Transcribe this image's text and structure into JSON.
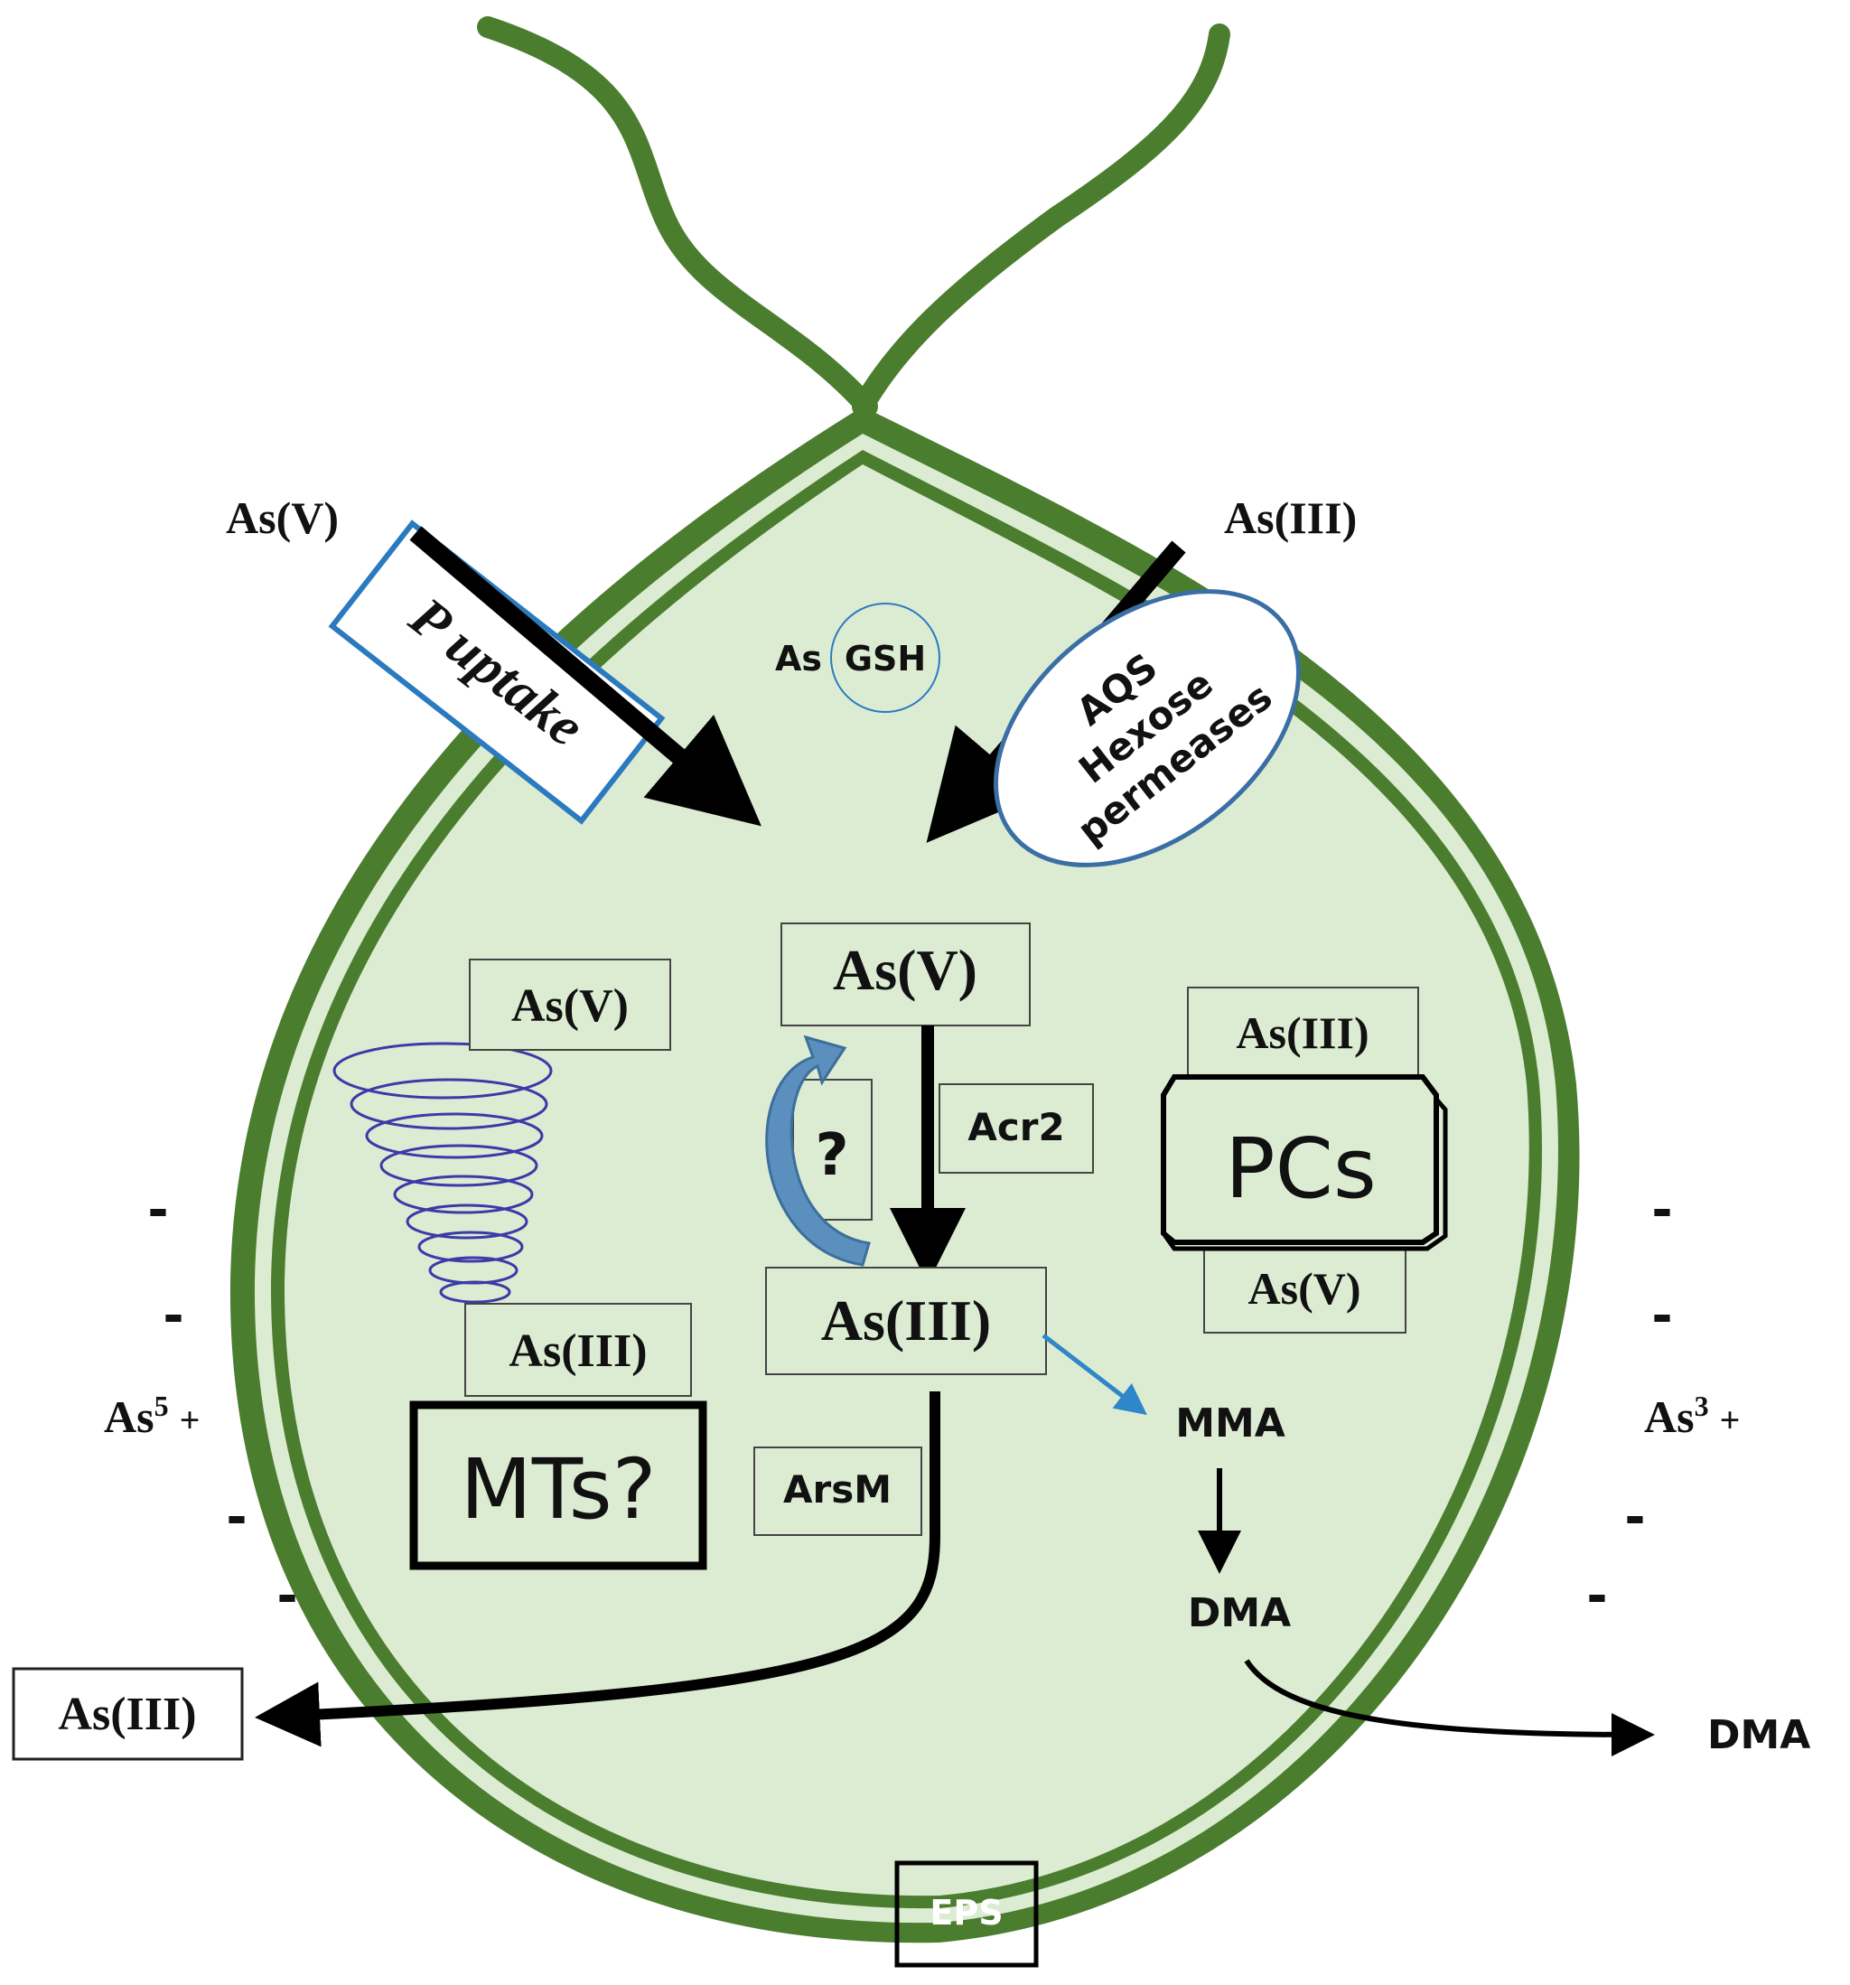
{
  "colors": {
    "cell_fill": "#dcecd2",
    "membrane": "#4b7d2f",
    "arrow": "#000000",
    "recycle_arrow": "#5b8fbe",
    "methylation_arrow": "#2f86c8",
    "coil": "#3a3aa8",
    "transporter_outline": "#2a7abf",
    "aqs_outline": "#3a6ea5"
  },
  "labels": {
    "as_v_outside": "As(V)",
    "as_iii_outside": "As(III)",
    "p_uptake": "P uptake",
    "as_gsh_as": "As",
    "as_gsh_gsh": "GSH",
    "aqs_line1": "AQS",
    "aqs_line2": "Hexose",
    "aqs_line3": "permeases",
    "center_as_v": "As(V)",
    "center_as_iii": "As(III)",
    "question": "?",
    "acr2": "Acr2",
    "arsm": "ArsM",
    "mma": "MMA",
    "dma_inside": "DMA",
    "dma_outside": "DMA",
    "left_as_v": "As(V)",
    "left_as_iii": "As(III)",
    "mts": "MTs?",
    "pcs_as_iii": "As(III)",
    "pcs": "PCs",
    "pcs_as_v": "As(V)",
    "efflux_as_iii": "As(III)",
    "as5_base": "As",
    "as5_sup": "5",
    "as5_plus": "+",
    "as3_base": "As",
    "as3_sup": "3",
    "as3_plus": "+",
    "minus": "-",
    "eps": "EPS"
  }
}
